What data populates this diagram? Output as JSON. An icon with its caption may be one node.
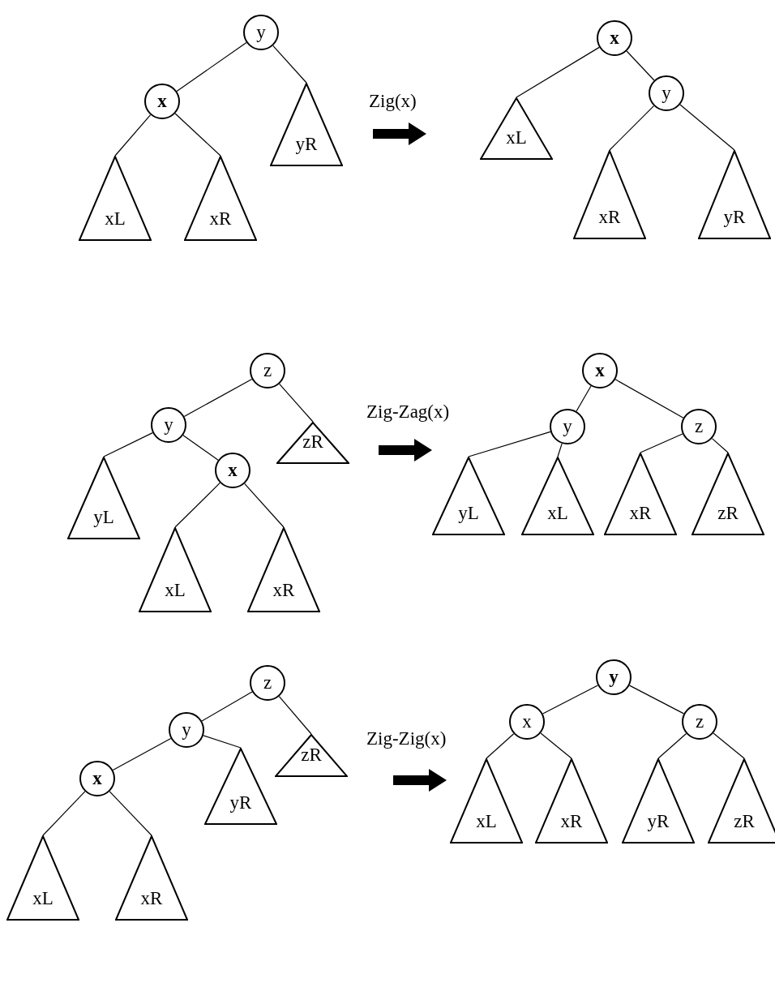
{
  "diagram": {
    "nodes": [
      {
        "text": [
          "y"
        ]
      },
      {
        "text": [
          "x"
        ]
      },
      {
        "text": [
          "yR"
        ]
      },
      {
        "text": [
          "xL"
        ]
      },
      {
        "text": [
          "xR"
        ]
      },
      {
        "text": [
          "x"
        ]
      },
      {
        "text": [
          "xL"
        ]
      },
      {
        "text": [
          "y"
        ]
      },
      {
        "text": [
          "xR"
        ]
      },
      {
        "text": [
          "yR"
        ]
      },
      {
        "text": [
          "z"
        ]
      },
      {
        "text": [
          "y"
        ]
      },
      {
        "text": [
          "zR"
        ]
      },
      {
        "text": [
          "yL"
        ]
      },
      {
        "text": [
          "x"
        ]
      },
      {
        "text": [
          "xL"
        ]
      },
      {
        "text": [
          "xR"
        ]
      },
      {
        "text": [
          "x"
        ]
      },
      {
        "text": [
          "y"
        ]
      },
      {
        "text": [
          "z"
        ]
      },
      {
        "text": [
          "yL"
        ]
      },
      {
        "text": [
          "xL"
        ]
      },
      {
        "text": [
          "xR"
        ]
      },
      {
        "text": [
          "zR"
        ]
      },
      {
        "text": [
          "z"
        ]
      },
      {
        "text": [
          "y"
        ]
      },
      {
        "text": [
          "zR"
        ]
      },
      {
        "text": [
          "x"
        ]
      },
      {
        "text": [
          "yR"
        ]
      },
      {
        "text": [
          "xL"
        ]
      },
      {
        "text": [
          "xR"
        ]
      },
      {
        "text": [
          "y"
        ]
      },
      {
        "text": [
          "x"
        ]
      },
      {
        "text": [
          "z"
        ]
      },
      {
        "text": [
          "xL"
        ]
      },
      {
        "text": [
          "xR"
        ]
      },
      {
        "text": [
          "yR"
        ]
      },
      {
        "text": [
          "zR"
        ]
      }
    ],
    "edges": [
      {
        "from": 0,
        "to": 1,
        "arrow": "none"
      },
      {
        "from": 0,
        "to": 2,
        "arrow": "none"
      },
      {
        "from": 1,
        "to": 3,
        "arrow": "none"
      },
      {
        "from": 1,
        "to": 4,
        "arrow": "none"
      },
      {
        "from": 5,
        "to": 6,
        "arrow": "none"
      },
      {
        "from": 5,
        "to": 7,
        "arrow": "none"
      },
      {
        "from": 7,
        "to": 8,
        "arrow": "none"
      },
      {
        "from": 7,
        "to": 9,
        "arrow": "none"
      },
      {
        "from": 10,
        "to": 11,
        "arrow": "none"
      },
      {
        "from": 10,
        "to": 12,
        "arrow": "none"
      },
      {
        "from": 11,
        "to": 13,
        "arrow": "none"
      },
      {
        "from": 11,
        "to": 14,
        "arrow": "none"
      },
      {
        "from": 14,
        "to": 15,
        "arrow": "none"
      },
      {
        "from": 14,
        "to": 16,
        "arrow": "none"
      },
      {
        "from": 17,
        "to": 18,
        "arrow": "none"
      },
      {
        "from": 17,
        "to": 19,
        "arrow": "none"
      },
      {
        "from": 18,
        "to": 20,
        "arrow": "none"
      },
      {
        "from": 18,
        "to": 21,
        "arrow": "none"
      },
      {
        "from": 19,
        "to": 22,
        "arrow": "none"
      },
      {
        "from": 19,
        "to": 23,
        "arrow": "none"
      },
      {
        "from": 24,
        "to": 25,
        "arrow": "none"
      },
      {
        "from": 24,
        "to": 26,
        "arrow": "none"
      },
      {
        "from": 25,
        "to": 27,
        "arrow": "none"
      },
      {
        "from": 25,
        "to": 28,
        "arrow": "none"
      },
      {
        "from": 27,
        "to": 29,
        "arrow": "none"
      },
      {
        "from": 27,
        "to": 30,
        "arrow": "none"
      },
      {
        "from": 31,
        "to": 32,
        "arrow": "none"
      },
      {
        "from": 31,
        "to": 33,
        "arrow": "none"
      },
      {
        "from": 32,
        "to": 34,
        "arrow": "none"
      },
      {
        "from": 32,
        "to": 35,
        "arrow": "none"
      },
      {
        "from": 33,
        "to": 36,
        "arrow": "none"
      },
      {
        "from": 33,
        "to": 37,
        "arrow": "none"
      }
    ],
    "labels": [
      "Zig(x)",
      "Zig-Zag(x)",
      "Zig-Zig(x)"
    ]
  }
}
